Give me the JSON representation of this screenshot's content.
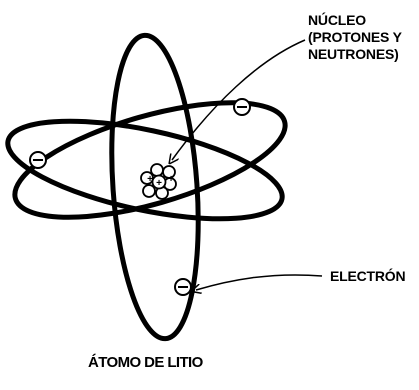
{
  "diagram": {
    "labels": {
      "nucleus_line1": "NÚCLEO",
      "nucleus_line2": "(PROTONES Y",
      "nucleus_line3": "NEUTRONES)",
      "electron": "ELECTRÓN",
      "title": "ÁTOMO DE LITIO"
    },
    "nucleus": {
      "particle_signs": [
        "+",
        "+",
        "+"
      ]
    },
    "electrons": {
      "count": 3,
      "sign": "−"
    },
    "orbits": 3,
    "colors": {
      "ink": "#000000",
      "background": "#ffffff"
    }
  }
}
